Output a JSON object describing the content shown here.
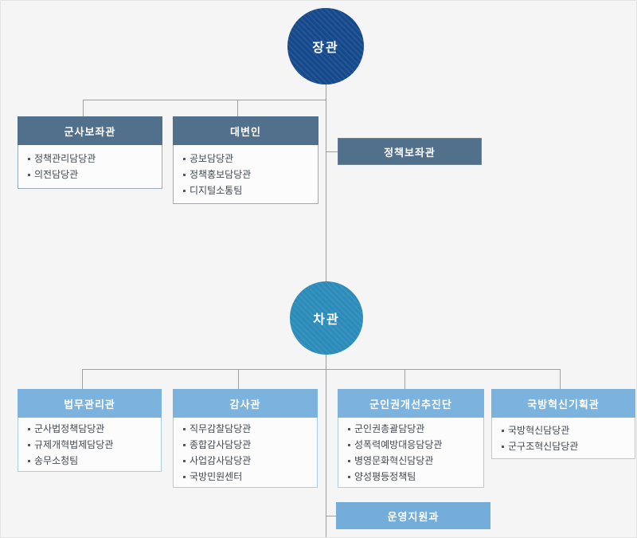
{
  "chart": {
    "minister": {
      "label": "장관"
    },
    "vice_minister": {
      "label": "차관"
    },
    "policy_advisor": {
      "label": "정책보좌관"
    },
    "operation_support": {
      "label": "운영지원과"
    },
    "minister_groups": [
      {
        "title": "군사보좌관",
        "items": [
          "정책관리담당관",
          "의전담당관"
        ]
      },
      {
        "title": "대변인",
        "items": [
          "공보담당관",
          "정책홍보담당관",
          "디지털소통팀"
        ]
      }
    ],
    "vice_minister_groups": [
      {
        "title": "법무관리관",
        "items": [
          "군사법정책담당관",
          "규제개혁법제담당관",
          "송무소청팀"
        ]
      },
      {
        "title": "감사관",
        "items": [
          "직무감찰담당관",
          "종합감사담당관",
          "사업감사담당관",
          "국방민원센터"
        ]
      },
      {
        "title": "군인권개선추진단",
        "items": [
          "군인권총괄담당관",
          "성폭력예방대응담당관",
          "병영문화혁신담당관",
          "양성평등정책팀"
        ]
      },
      {
        "title": "국방혁신기획관",
        "items": [
          "국방혁신담당관",
          "군구조혁신담당관"
        ]
      }
    ],
    "colors": {
      "minister_circle": "#15498c",
      "vice_minister_circle": "#2b8bb9",
      "slate_header": "#51708c",
      "light_blue_header": "#7bb3de",
      "support_bar": "#74add9",
      "connector_line": "#a0a0a0",
      "background": "#f5f5f6"
    }
  }
}
